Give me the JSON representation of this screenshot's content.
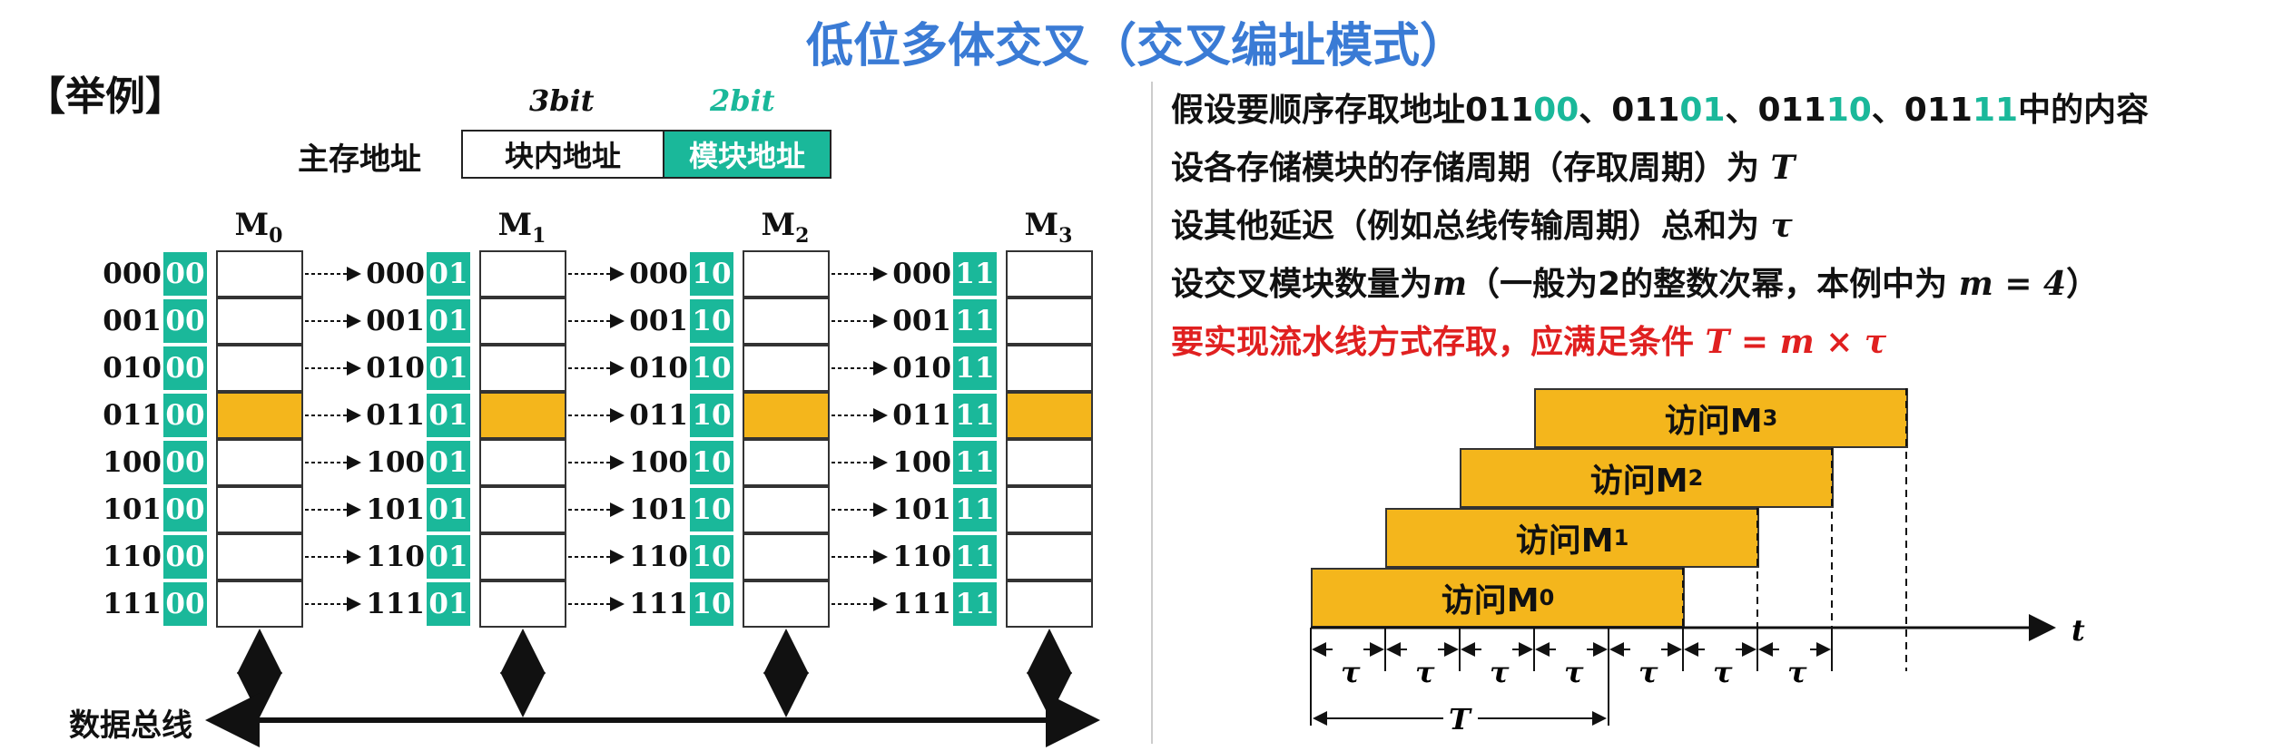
{
  "title": "低位多体交叉（交叉编址模式）",
  "example_label": "【举例】",
  "address_format": {
    "label": "主存地址",
    "bits_high": "3bit",
    "bits_low": "2bit",
    "field_high": "块内地址",
    "field_low": "模块地址"
  },
  "modules": [
    {
      "name": "M",
      "sub": "0",
      "low": "00"
    },
    {
      "name": "M",
      "sub": "1",
      "low": "01"
    },
    {
      "name": "M",
      "sub": "2",
      "low": "10"
    },
    {
      "name": "M",
      "sub": "3",
      "low": "11"
    }
  ],
  "row_prefixes": [
    "000",
    "001",
    "010",
    "011",
    "100",
    "101",
    "110",
    "111"
  ],
  "highlight_row": 3,
  "bus_label": "数据总线",
  "right_text": {
    "line1_a": "假设要顺序存取地址011",
    "line1_b": "00",
    "line1_c": "、011",
    "line1_d": "01",
    "line1_e": "、011",
    "line1_f": "10",
    "line1_g": "、011",
    "line1_h": "11",
    "line1_i": "中的内容",
    "line2_a": "设各存储模块的存储周期（存取周期）为 ",
    "line2_b": "T",
    "line3_a": "设其他延迟（例如总线传输周期）总和为 ",
    "line3_b": "τ",
    "line4_a": "设交叉模块数量为",
    "line4_b": "m",
    "line4_c": "（一般为2的整数次幂，本例中为 ",
    "line4_d": "m = 4",
    "line4_e": "）",
    "line5_a": "要实现流水线方式存取，应满足条件 ",
    "line5_b": "T = m × τ"
  },
  "timeline": {
    "accesses": [
      {
        "label": "访问M",
        "sub": "3"
      },
      {
        "label": "访问M",
        "sub": "2"
      },
      {
        "label": "访问M",
        "sub": "1"
      },
      {
        "label": "访问M",
        "sub": "0"
      }
    ],
    "axis_label": "t",
    "tau": "τ",
    "T": "T"
  },
  "colors": {
    "title": "#3a7bd5",
    "teal": "#1ab89a",
    "highlight": "#f4b61c",
    "red": "#e02020"
  }
}
